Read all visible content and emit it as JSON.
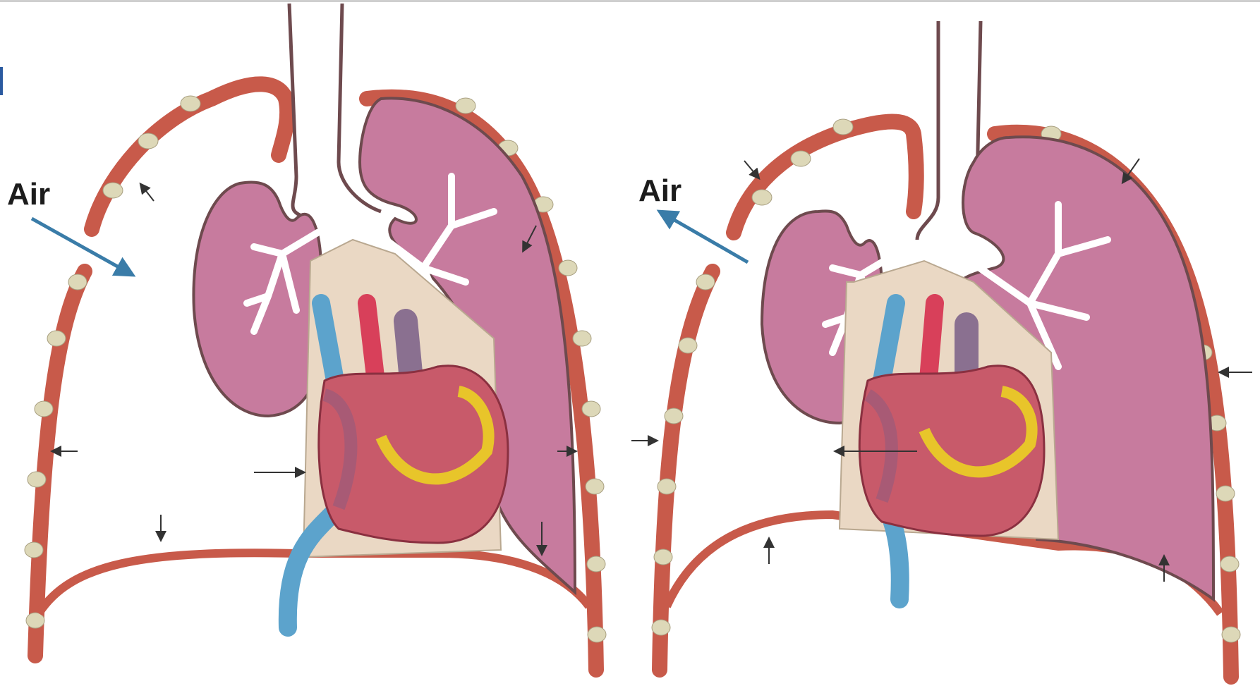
{
  "panels": [
    {
      "air_label": "Air",
      "air_direction": "inflow"
    },
    {
      "air_label": "Air",
      "air_direction": "outflow"
    }
  ],
  "colors": {
    "lung": "#c77b9e",
    "lung_edge": "#6e4a4e",
    "chest_wall": "#c85a4a",
    "rib": "#ddd8b8",
    "vein": "#5ca3cc",
    "aorta": "#d8405a",
    "pulmonary_artery": "#8a7090",
    "heart": "#c85a6a",
    "fat": "#e8c52a",
    "mediastinum": "#ead8c4",
    "air_arrow": "#3a7ca8"
  }
}
